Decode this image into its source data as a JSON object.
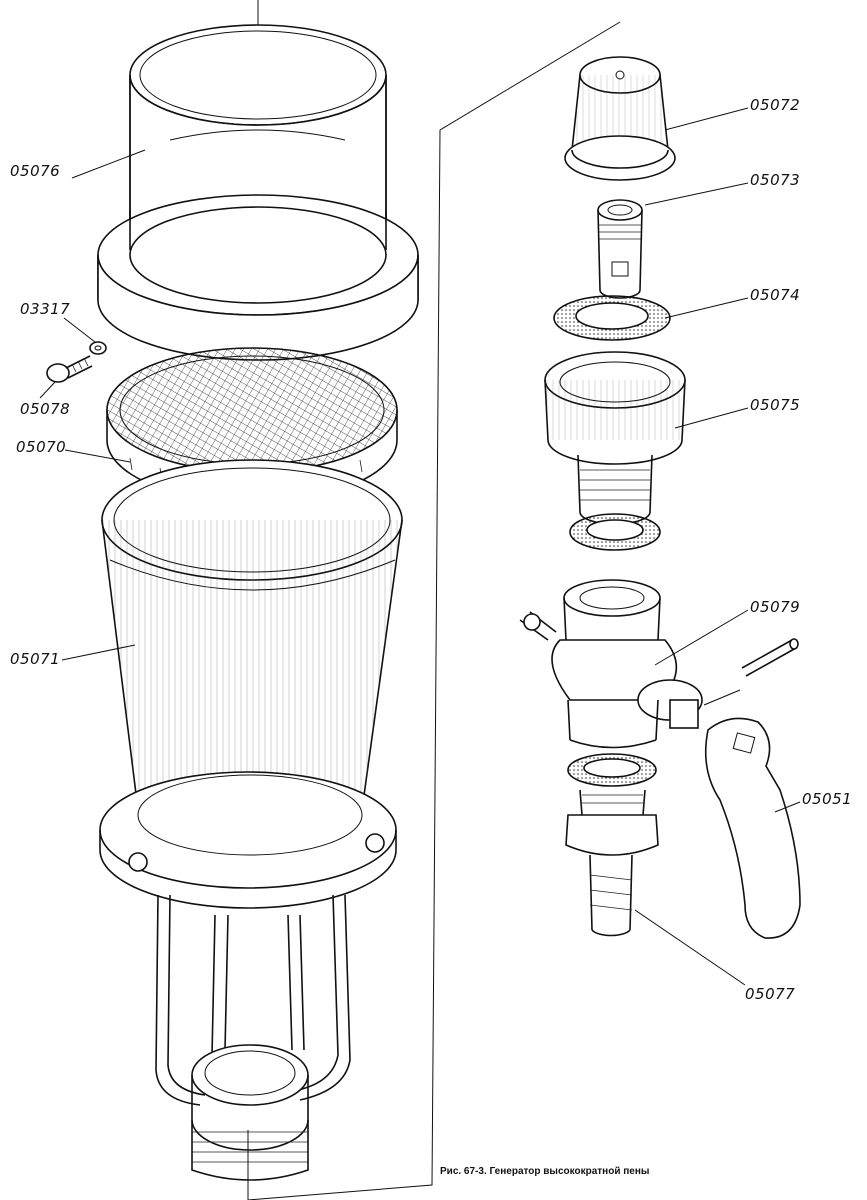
{
  "labels": {
    "p05076": "05076",
    "p03317": "03317",
    "p05078": "05078",
    "p05070": "05070",
    "p05071": "05071",
    "p05072": "05072",
    "p05073": "05073",
    "p05074": "05074",
    "p05075": "05075",
    "p05079": "05079",
    "p05051": "05051",
    "p05077": "05077"
  },
  "caption": "Рис. 67-3. Генератор высокократной пены"
}
